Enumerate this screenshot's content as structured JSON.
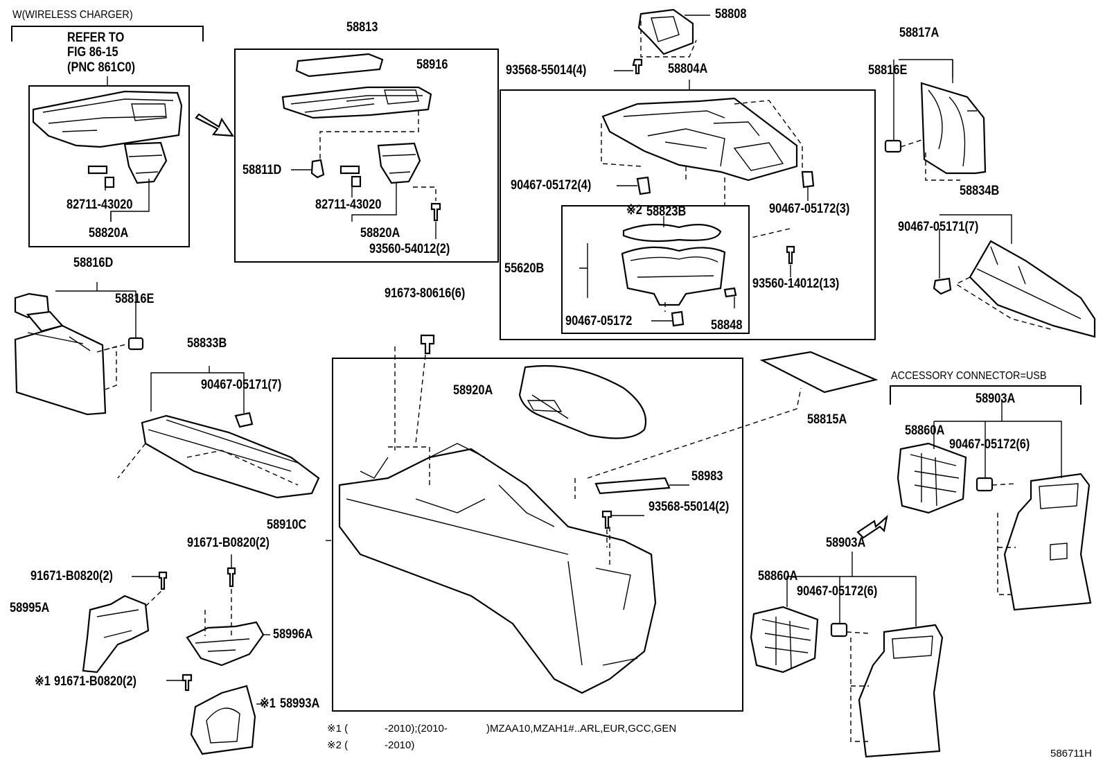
{
  "diagram": {
    "drawing_code": "586711H",
    "groups": {
      "wireless_charger": "W(WIRELESS CHARGER)",
      "refer_line1": "REFER TO",
      "refer_line2": "FIG 86-15",
      "refer_line3": "(PNC 861C0)",
      "accessory_connector": "ACCESSORY CONNECTOR=USB"
    },
    "parts": {
      "p58813": "58813",
      "p58916": "58916",
      "p58811D": "58811D",
      "p82711_a": "82711-43020",
      "p82711_b": "82711-43020",
      "p58820A_a": "58820A",
      "p58820A_b": "58820A",
      "p93560_54012": "93560-54012(2)",
      "p58808": "58808",
      "p93568_55014_4": "93568-55014(4)",
      "p58804A": "58804A",
      "p90467_05172_4": "90467-05172(4)",
      "p90467_05172_3": "90467-05172(3)",
      "p58823B": "58823B",
      "p55620B": "55620B",
      "p90467_05172": "90467-05172",
      "p58848": "58848",
      "p93560_14012": "93560-14012(13)",
      "p58817A": "58817A",
      "p58816E_a": "58816E",
      "p58834B": "58834B",
      "p90467_05171_a": "90467-05171(7)",
      "p58816D": "58816D",
      "p58816E_b": "58816E",
      "p58833B": "58833B",
      "p90467_05171_b": "90467-05171(7)",
      "p91673_80616": "91673-80616(6)",
      "p58920A": "58920A",
      "p58815A": "58815A",
      "p58983": "58983",
      "p93568_55014_2": "93568-55014(2)",
      "p58910C": "58910C",
      "p91671_B0820_a": "91671-B0820(2)",
      "p91671_B0820_b": "91671-B0820(2)",
      "p91671_B0820_c": "91671-B0820(2)",
      "p58995A": "58995A",
      "p58996A": "58996A",
      "p58993A": "58993A",
      "p58903A_a": "58903A",
      "p58860A_a": "58860A",
      "p90467_05172_6a": "90467-05172(6)",
      "p58903A_b": "58903A",
      "p58860A_b": "58860A",
      "p90467_05172_6b": "90467-05172(6)"
    },
    "marks": {
      "mark1": "※1",
      "mark2": "※2"
    },
    "notes": {
      "n1_mark": "※1 (",
      "n1_text": "-2010);(2010-",
      "n1_models": ")MZAA10,MZAH1#..ARL,EUR,GCC,GEN",
      "n2_mark": "※2 (",
      "n2_text": "-2010)"
    }
  }
}
